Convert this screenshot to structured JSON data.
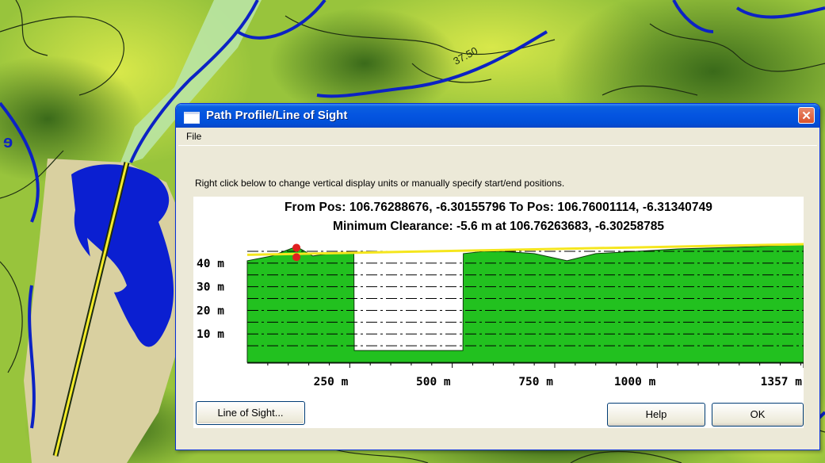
{
  "map": {
    "contour_label": "37.50"
  },
  "dialog": {
    "title": "Path Profile/Line of Sight",
    "close_glyph": "✕",
    "menu": {
      "file": "File"
    },
    "hint": "Right click below to change vertical display units or manually specify start/end positions.",
    "from_to": "From Pos: 106.76288676, -6.30155796  To Pos: 106.76001114, -6.31340749",
    "min_clearance": "Minimum Clearance: -5.6 m at 106.76263683, -6.30258785",
    "buttons": {
      "line_of_sight": "Line of Sight...",
      "help": "Help",
      "ok": "OK"
    }
  },
  "chart_data": {
    "type": "area",
    "title": "",
    "xlabel": "",
    "ylabel": "",
    "x_ticks": [
      250,
      500,
      750,
      1000,
      1357
    ],
    "x_tick_labels": [
      "250 m",
      "500 m",
      "750 m",
      "1000 m",
      "1357 m"
    ],
    "y_ticks": [
      10,
      20,
      30,
      40
    ],
    "y_tick_labels": [
      "10 m",
      "20 m",
      "30 m",
      "40 m"
    ],
    "xlim": [
      0,
      1357
    ],
    "ylim": [
      -2,
      48
    ],
    "terrain_profile": {
      "x": [
        0,
        60,
        120,
        160,
        200,
        260,
        261,
        526,
        527,
        580,
        620,
        700,
        780,
        850,
        950,
        1050,
        1150,
        1250,
        1357
      ],
      "y": [
        41,
        43,
        47,
        43,
        44,
        44,
        3,
        3,
        44,
        45,
        45,
        44,
        41,
        44,
        45,
        46,
        46.5,
        47,
        48
      ]
    },
    "line_of_sight": {
      "x": [
        0,
        1357
      ],
      "y": [
        43.5,
        48
      ]
    },
    "obstruction_markers": [
      {
        "x": 120,
        "y": 46.5
      },
      {
        "x": 120,
        "y": 42.5
      }
    ],
    "colors": {
      "terrain": "#22c11f",
      "line_of_sight": "#f5e61e",
      "marker": "#e02020",
      "grid": "#000000"
    },
    "grid": true
  }
}
